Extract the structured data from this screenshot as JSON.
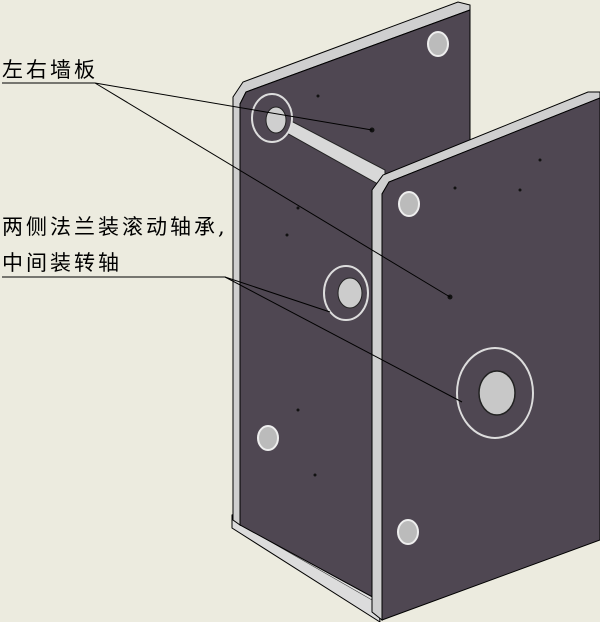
{
  "annotations": {
    "wall_plates": "左右墙板",
    "bearing_line1": "两侧法兰装滚动轴承,",
    "bearing_line2": "中间装转轴"
  },
  "colors": {
    "background": "#ecebdf",
    "plate": "#4f4752",
    "edge": "#c8c8c8"
  }
}
